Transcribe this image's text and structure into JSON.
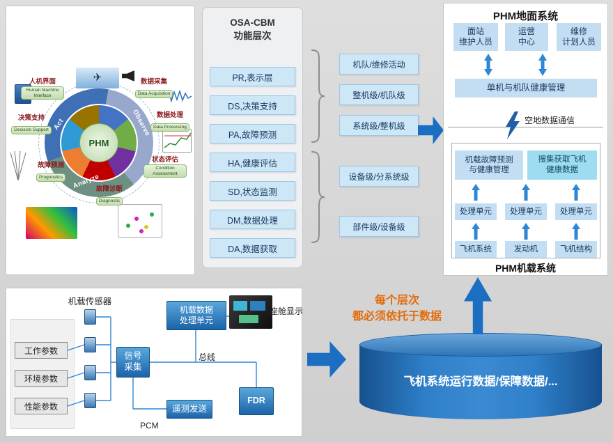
{
  "wheel": {
    "center": "PHM",
    "arcs": {
      "act": "Act",
      "observe": "Observe",
      "analyze": "Analyze"
    },
    "nodes": [
      {
        "zh": "人机界面",
        "en": "Human Machine Interface"
      },
      {
        "zh": "数据采集",
        "en": "Data Acquisition"
      },
      {
        "zh": "数据处理",
        "en": "Data Processing"
      },
      {
        "zh": "状态评估",
        "en": "Condition Assessment"
      },
      {
        "zh": "故障诊断",
        "en": "Diagnostic"
      },
      {
        "zh": "故障预测",
        "en": "Prognostics"
      },
      {
        "zh": "决策支持",
        "en": "Decision Support"
      }
    ]
  },
  "osacbm": {
    "title": "OSA-CBM\n功能层次",
    "layers": [
      "PR,表示层",
      "DS,决策支持",
      "PA,故障预测",
      "HA,健康评估",
      "SD,状态监测",
      "DM,数据处理",
      "DA,数据获取"
    ]
  },
  "levels": [
    "机队/维修活动",
    "整机级/机队级",
    "系统级/整机级",
    "设备级/分系统级",
    "部件级/设备级"
  ],
  "ground": {
    "title": "PHM地面系统",
    "roles": [
      "面站\n维护人员",
      "运营\n中心",
      "维修\n计划人员"
    ],
    "fleet_health": "单机与机队健康管理",
    "datalink": "空地数据通信"
  },
  "onboard": {
    "prediction": "机载故障预测\n与健康管理",
    "collection": "搜集获取飞机\n健康数据",
    "units": [
      "处理单元",
      "处理单元",
      "处理单元"
    ],
    "sources": [
      "飞机系统",
      "发动机",
      "飞机结构"
    ],
    "label": "PHM机载系统"
  },
  "sensors": {
    "title": "机载传感器",
    "params": [
      "工作参数",
      "环境参数",
      "性能参数"
    ],
    "signal_acq": "信号\n采集",
    "dpu": "机载数据\n处理单元",
    "cockpit": "座舱显示",
    "bus": "总线",
    "telemetry": "遥测发送",
    "fdr": "FDR",
    "pcm": "PCM"
  },
  "callout": "每个层次\n都必须依托于数据",
  "database": "飞机系统运行数据/保障数据/...",
  "colors": {
    "accent_blue": "#1b6ec2",
    "light_blue_box": "#cde7f7",
    "cyan_box": "#9edcf0",
    "orange": "#e36b0a"
  }
}
